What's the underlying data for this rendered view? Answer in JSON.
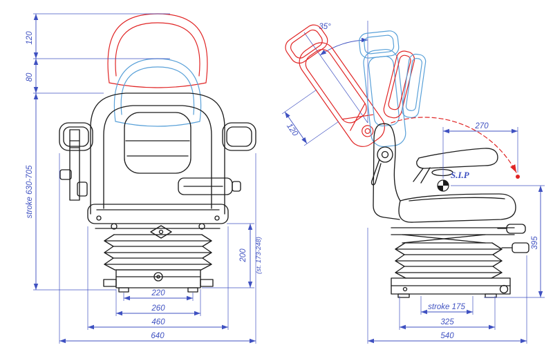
{
  "front_view": {
    "dim_120": "120",
    "dim_80": "80",
    "dim_stroke": "stroke 630-705",
    "dim_200": "200",
    "dim_200_note": "(st. 173-248)",
    "dim_220": "220",
    "dim_260": "260",
    "dim_460": "460",
    "dim_640": "640"
  },
  "side_view": {
    "dim_angle": "35°",
    "dim_120": "120",
    "dim_270": "270",
    "sip_label": "S.I.P",
    "dim_395": "395",
    "dim_stroke": "stroke 175",
    "dim_325": "325",
    "dim_540": "540"
  },
  "colors": {
    "outline": "#1c1c1c",
    "dimension_blue": "#3f51c1",
    "phantom_red": "#e02424",
    "phantom_blue": "#58a0d8",
    "background": "#ffffff"
  }
}
